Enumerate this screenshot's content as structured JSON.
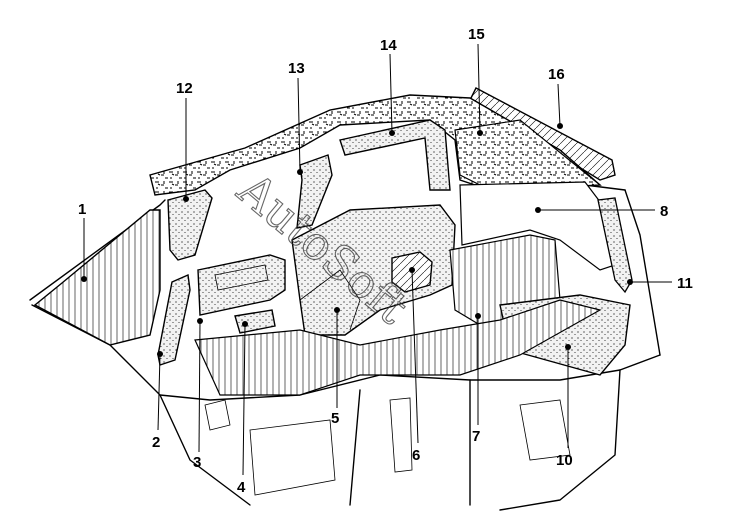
{
  "diagram": {
    "watermark": "AutoSoft",
    "callouts": [
      "1",
      "2",
      "3",
      "4",
      "5",
      "6",
      "7",
      "8",
      "10",
      "11",
      "12",
      "13",
      "14",
      "15",
      "16"
    ]
  }
}
